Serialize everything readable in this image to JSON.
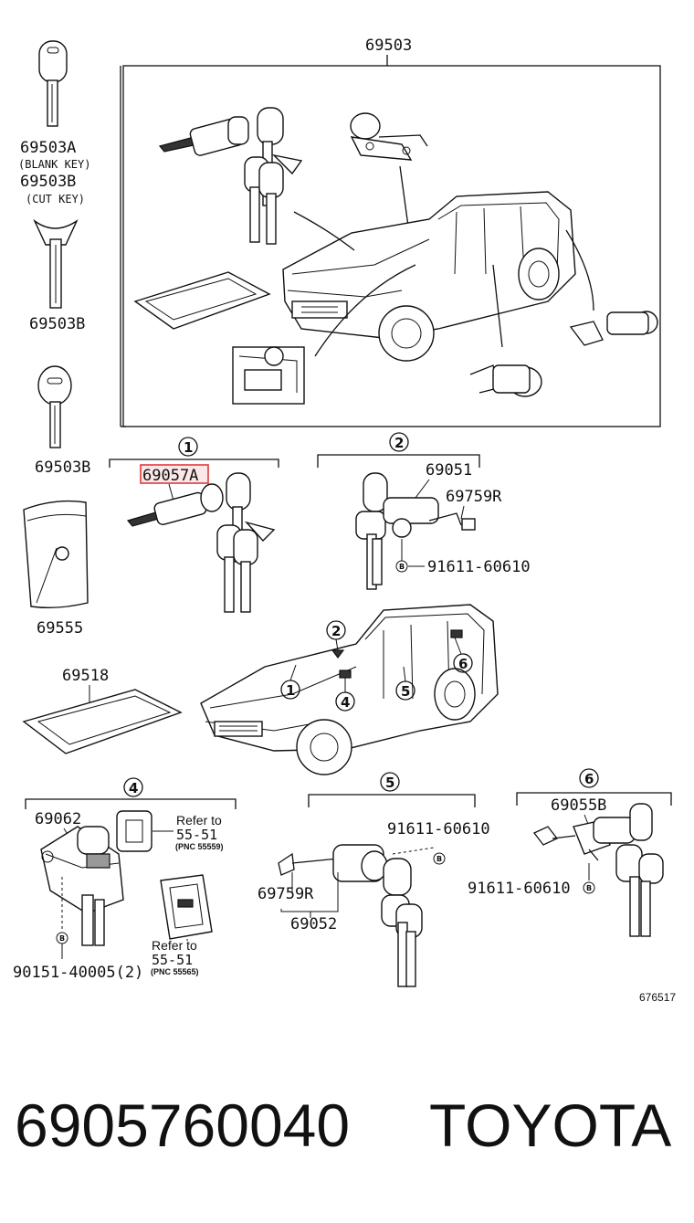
{
  "labels": {
    "assembly_top": "69503",
    "blank_key_num": "69503A",
    "blank_key_note": "(BLANK KEY)",
    "cut_key_num": "69503B",
    "cut_key_note": "(CUT KEY)",
    "key2_num": "69503B",
    "key3_num": "69503B",
    "group1_part": "69057A",
    "group2_part": "69051",
    "group2_rod": "69759R",
    "group2_bolt": "91611-60610",
    "wallet_card": "69555",
    "plate_card": "69518",
    "group4_part": "69062",
    "group4_ref1_line1": "Refer to",
    "group4_ref1_line2": "55-51",
    "group4_ref1_pnc": "(PNC 55559)",
    "group4_ref2_line1": "Refer to",
    "group4_ref2_line2": "55-51",
    "group4_ref2_pnc": "(PNC 55565)",
    "group4_screw": "90151-40005(2)",
    "group5_bolt": "91611-60610",
    "group5_rod": "69759R",
    "group5_part": "69052",
    "group6_part": "69055B",
    "group6_bolt": "91611-60610",
    "diagram_code": "676517",
    "bolt_marker": "B"
  },
  "circled": {
    "c1": "1",
    "c2": "2",
    "c4": "4",
    "c5": "5",
    "c6": "6"
  },
  "car_callouts": [
    "2",
    "1",
    "4",
    "5",
    "6"
  ],
  "footer": {
    "part_number": "6905760040",
    "brand": "TOYOTA"
  },
  "highlight_color": "#e03a3a"
}
